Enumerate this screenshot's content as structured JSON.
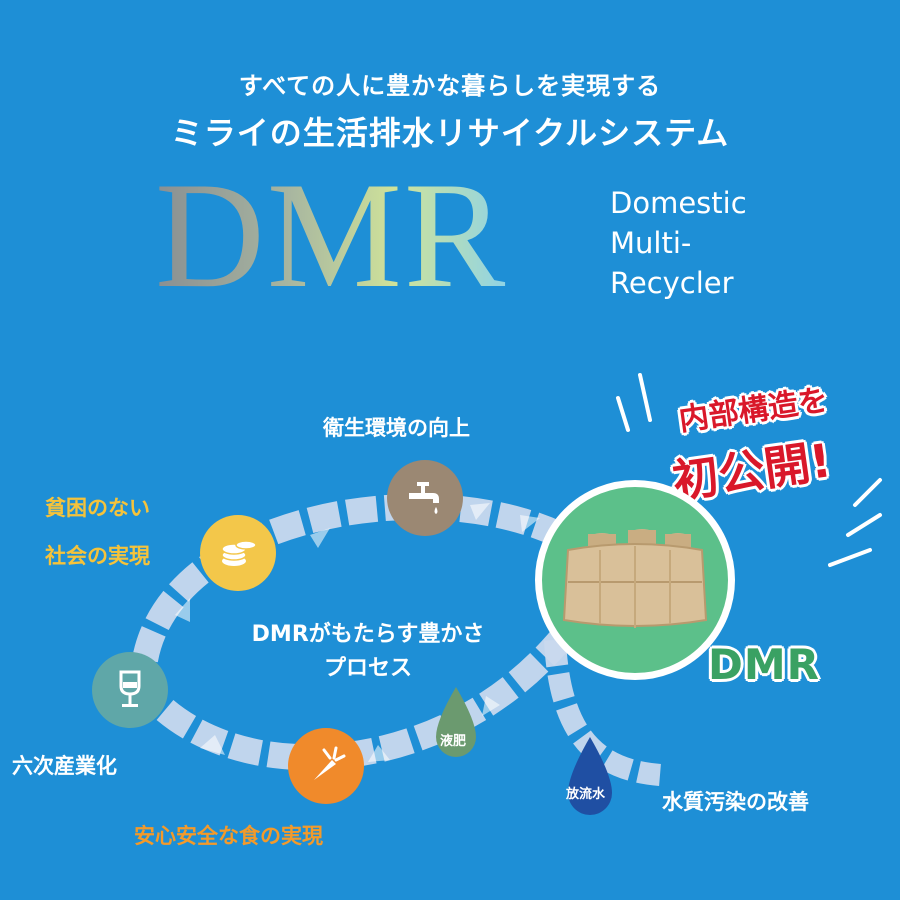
{
  "header": {
    "tagline": "すべての人に豊かな暮らしを実現する",
    "subtitle": "ミライの生活排水リサイクルシステム",
    "logo": "DMR",
    "logo_sub": [
      "Domestic",
      "Multi-",
      "Recycler"
    ]
  },
  "promo": {
    "line1": "内部構造を",
    "line2": "初公開!"
  },
  "cycle": {
    "center_line1": "DMRがもたらす豊かさ",
    "center_line2": "プロセス",
    "product_label": "DMR",
    "items": [
      {
        "label": "衛生環境の向上",
        "icon": "faucet-icon",
        "color": "#9b8873"
      },
      {
        "label_line1": "貧困のない",
        "label_line2": "社会の実現",
        "icon": "coins-icon",
        "color": "#f3c74a"
      },
      {
        "label": "六次産業化",
        "icon": "wine-glass-icon",
        "color": "#5fa7a8"
      },
      {
        "label": "安心安全な食の実現",
        "icon": "carrot-icon",
        "color": "#f08a2b"
      }
    ],
    "drops": [
      {
        "label": "液肥",
        "icon": "fertilizer-drop-icon",
        "color": "#6b9a6f"
      },
      {
        "label": "放流水",
        "icon": "water-drop-icon",
        "color": "#1f4fa3"
      }
    ],
    "outflow_label": "水質汚染の改善",
    "colors": {
      "ring": "#5cc08a",
      "arrow": "#c9d9ee",
      "yellow": "#f5c33b",
      "orange": "#f39a2a",
      "white": "#ffffff"
    }
  }
}
